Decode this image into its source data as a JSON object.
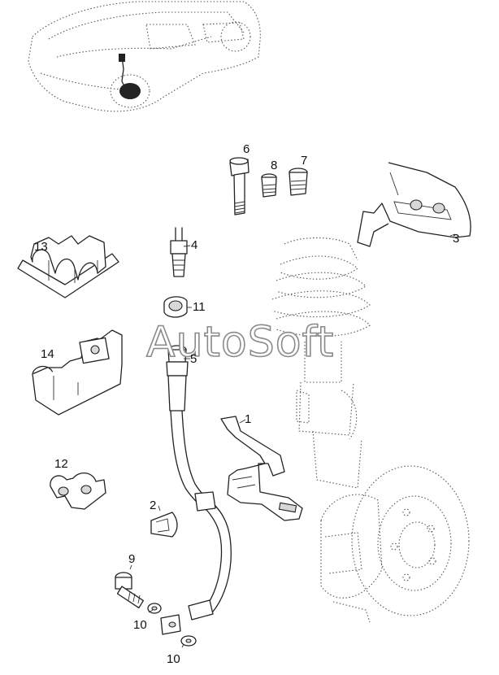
{
  "watermark": "AutoSoft",
  "callouts": [
    "1",
    "2",
    "3",
    "4",
    "5",
    "6",
    "7",
    "8",
    "9",
    "10",
    "10",
    "11",
    "12",
    "13",
    "14"
  ]
}
